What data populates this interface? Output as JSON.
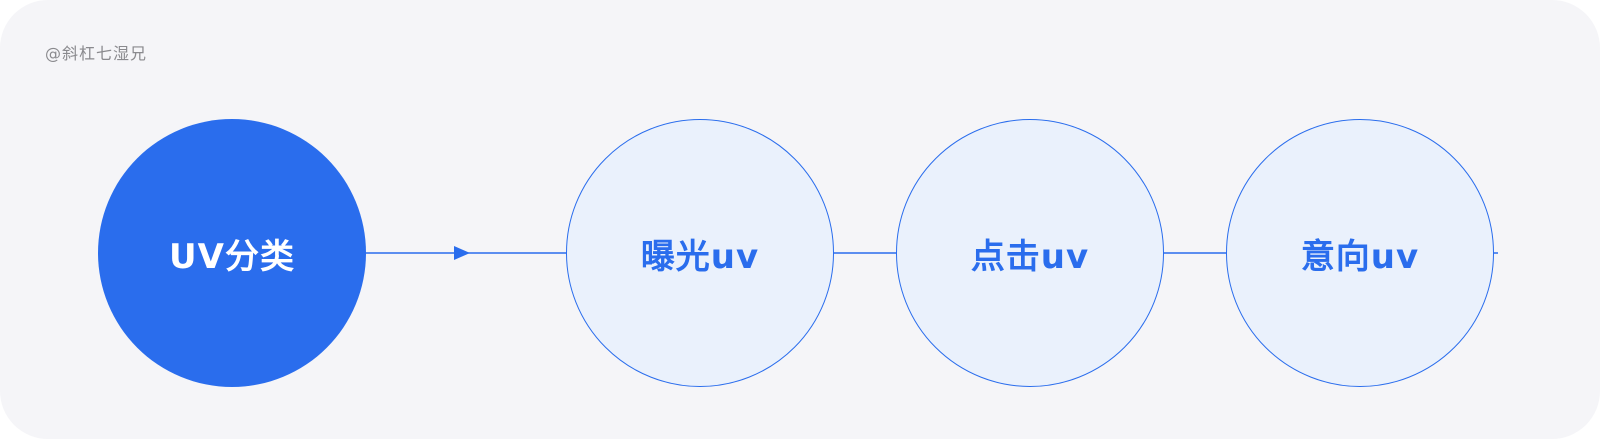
{
  "watermark": "@斜杠七湿兄",
  "nodes": {
    "source": "UV分类",
    "stages": [
      "曝光uv",
      "点击uv",
      "意向uv"
    ]
  },
  "colors": {
    "background": "#f5f5f8",
    "primary": "#2a6ded",
    "stage_fill": "#eaf1fc",
    "watermark": "#8a8a8e"
  }
}
